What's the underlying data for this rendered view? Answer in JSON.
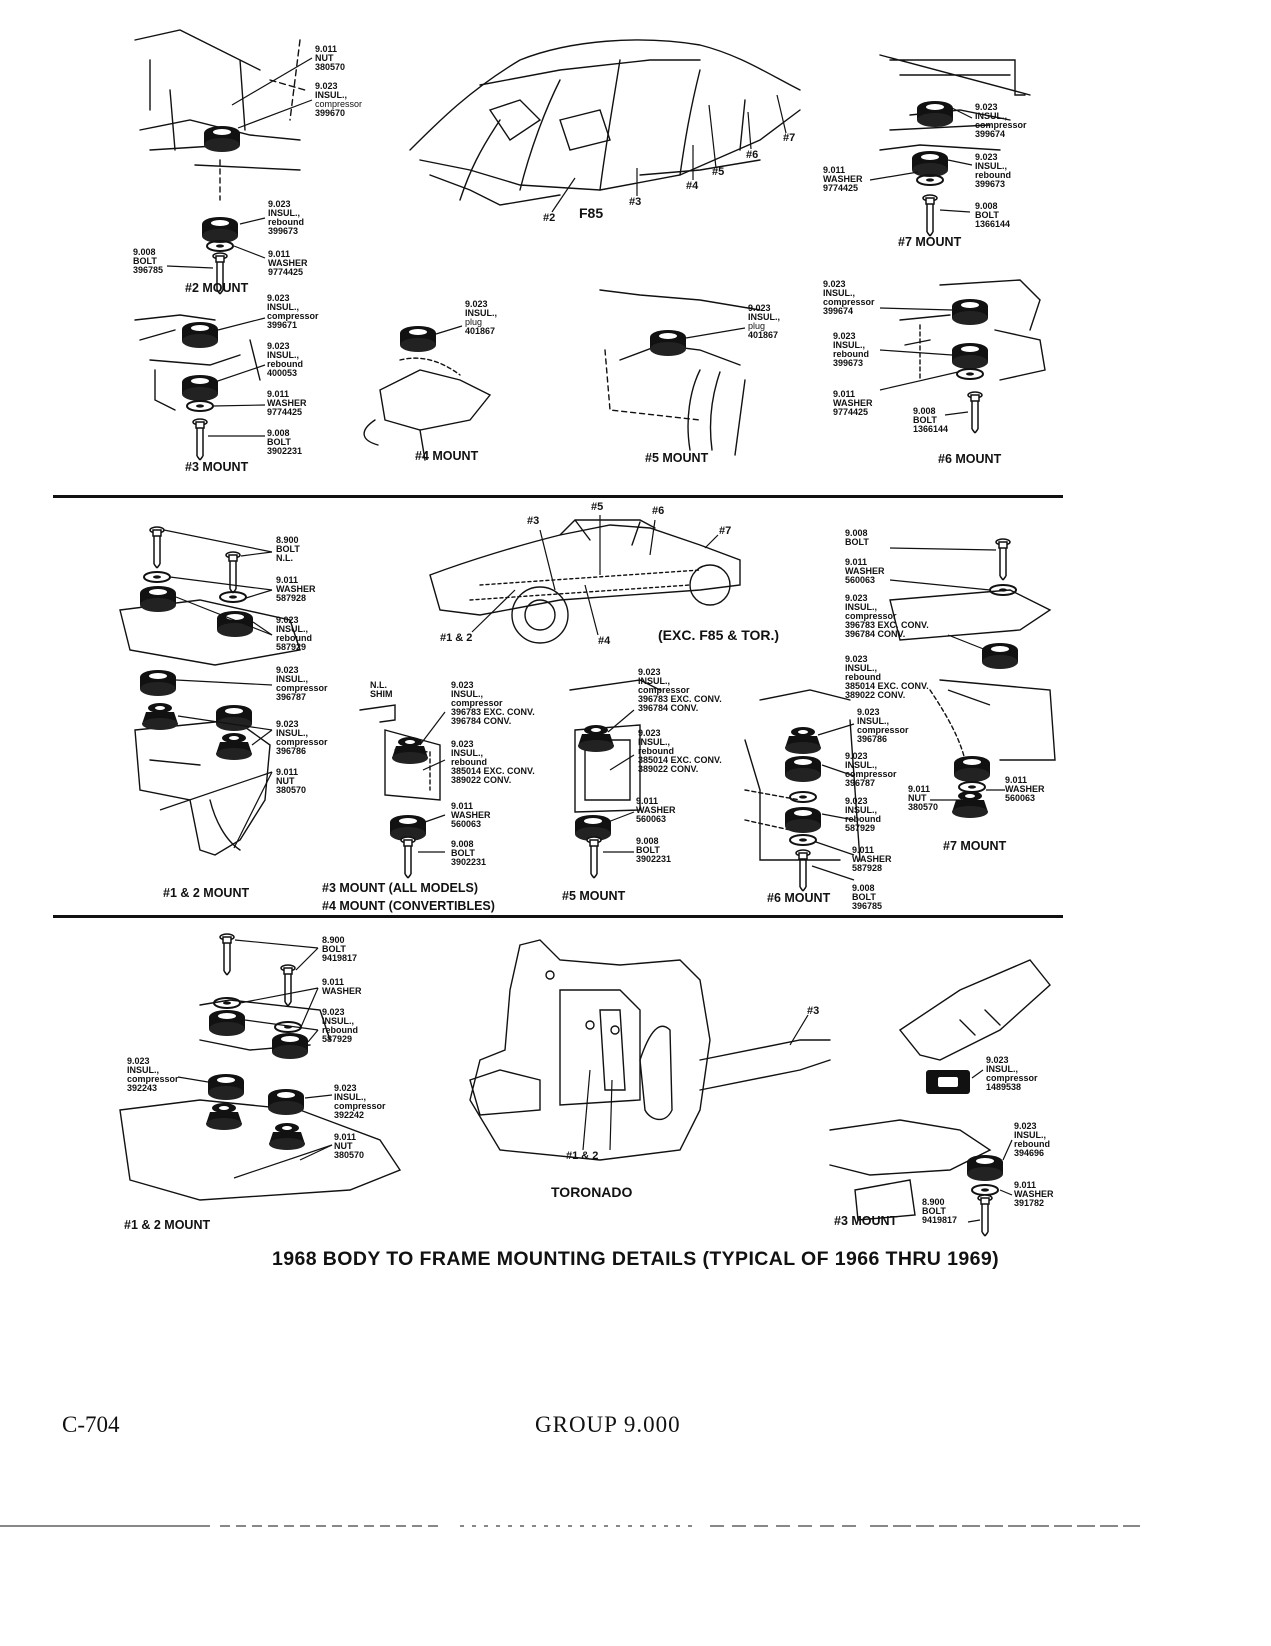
{
  "caption": "1968 BODY TO FRAME MOUNTING DETAILS (TYPICAL OF 1966 THRU 1969)",
  "footer": {
    "page_code": "C-704",
    "group": "GROUP 9.000"
  },
  "f85": {
    "title": "F85",
    "positions": [
      "#2",
      "#3",
      "#4",
      "#5",
      "#6",
      "#7"
    ],
    "mount2": {
      "label": "#2 MOUNT",
      "nut": [
        "9.011",
        "NUT",
        "380570"
      ],
      "insul_compressor": [
        "9.023",
        "INSUL.,",
        "compressor",
        "399670"
      ],
      "insul_rebound": [
        "9.023",
        "INSUL.,",
        "rebound",
        "399673"
      ],
      "washer": [
        "9.011",
        "WASHER",
        "9774425"
      ],
      "bolt": [
        "9.008",
        "BOLT",
        "396785"
      ]
    },
    "mount7": {
      "label": "#7 MOUNT",
      "insul_compressor": [
        "9.023",
        "INSUL.,",
        "compressor",
        "399674"
      ],
      "insul_rebound": [
        "9.023",
        "INSUL.,",
        "rebound",
        "399673"
      ],
      "washer": [
        "9.011",
        "WASHER",
        "9774425"
      ],
      "bolt": [
        "9.008",
        "BOLT",
        "1366144"
      ]
    },
    "mount3": {
      "label": "#3 MOUNT",
      "insul_compressor": [
        "9.023",
        "INSUL.,",
        "compressor",
        "399671"
      ],
      "insul_rebound": [
        "9.023",
        "INSUL.,",
        "rebound",
        "400053"
      ],
      "washer": [
        "9.011",
        "WASHER",
        "9774425"
      ],
      "bolt": [
        "9.008",
        "BOLT",
        "3902231"
      ]
    },
    "mount4": {
      "label": "#4 MOUNT",
      "insul_plug": [
        "9.023",
        "INSUL.,",
        "plug",
        "401867"
      ]
    },
    "mount5": {
      "label": "#5 MOUNT",
      "insul_plug": [
        "9.023",
        "INSUL.,",
        "plug",
        "401867"
      ]
    },
    "mount6": {
      "label": "#6 MOUNT",
      "insul_compressor": [
        "9.023",
        "INSUL.,",
        "compressor",
        "399674"
      ],
      "insul_rebound": [
        "9.023",
        "INSUL.,",
        "rebound",
        "399673"
      ],
      "washer": [
        "9.011",
        "WASHER",
        "9774425"
      ],
      "bolt": [
        "9.008",
        "BOLT",
        "1366144"
      ]
    }
  },
  "full_size": {
    "title": "(EXC. F85 & TOR.)",
    "positions": [
      "#1 & 2",
      "#3",
      "#4",
      "#5",
      "#6",
      "#7"
    ],
    "mount12": {
      "label": "#1 & 2 MOUNT",
      "bolt": [
        "8.900",
        "BOLT",
        "N.L."
      ],
      "washer": [
        "9.011",
        "WASHER",
        "587928"
      ],
      "insul_rebound": [
        "9.023",
        "INSUL.,",
        "rebound",
        "587929"
      ],
      "insul_compressor_a": [
        "9.023",
        "INSUL.,",
        "compressor",
        "396787"
      ],
      "insul_compressor_b": [
        "9.023",
        "INSUL.,",
        "compressor",
        "396786"
      ],
      "nut": [
        "9.011",
        "NUT",
        "380570"
      ]
    },
    "mount34": {
      "label_a": "#3 MOUNT (ALL MODELS)",
      "label_b": "#4 MOUNT (CONVERTIBLES)",
      "shim": [
        "N.L.",
        "SHIM"
      ],
      "insul_compressor": [
        "9.023",
        "INSUL.,",
        "compressor",
        "396783 EXC. CONV.",
        "396784 CONV."
      ],
      "insul_rebound": [
        "9.023",
        "INSUL.,",
        "rebound",
        "385014 EXC. CONV.",
        "389022 CONV."
      ],
      "washer": [
        "9.011",
        "WASHER",
        "560063"
      ],
      "bolt": [
        "9.008",
        "BOLT",
        "3902231"
      ]
    },
    "mount5": {
      "label": "#5 MOUNT",
      "insul_compressor": [
        "9.023",
        "INSUL.,",
        "compressor",
        "396783 EXC. CONV.",
        "396784 CONV."
      ],
      "insul_rebound": [
        "9.023",
        "INSUL.,",
        "rebound",
        "385014 EXC. CONV.",
        "389022 CONV."
      ],
      "washer": [
        "9.011",
        "WASHER",
        "560063"
      ],
      "bolt": [
        "9.008",
        "BOLT",
        "3902231"
      ]
    },
    "mount6": {
      "label": "#6 MOUNT",
      "insul_compressor_a": [
        "9.023",
        "INSUL.,",
        "compressor",
        "396786"
      ],
      "insul_compressor_b": [
        "9.023",
        "INSUL.,",
        "compressor",
        "396787"
      ],
      "nut": [
        "9.011",
        "NUT",
        "380570"
      ],
      "insul_rebound": [
        "9.023",
        "INSUL.,",
        "rebound",
        "587929"
      ],
      "washer": [
        "9.011",
        "WASHER",
        "587928"
      ],
      "bolt": [
        "9.008",
        "BOLT",
        "396785"
      ]
    },
    "mount7": {
      "label": "#7 MOUNT",
      "bolt": [
        "9.008",
        "BOLT"
      ],
      "washer": [
        "9.011",
        "WASHER",
        "560063"
      ],
      "insul_compressor": [
        "9.023",
        "INSUL.,",
        "compressor",
        "396783 EXC. CONV.",
        "396784 CONV."
      ],
      "insul_rebound": [
        "9.023",
        "INSUL.,",
        "rebound",
        "385014 EXC. CONV.",
        "389022 CONV."
      ],
      "washer_b": [
        "9.011",
        "WASHER",
        "560063"
      ]
    }
  },
  "toronado": {
    "title": "TORONADO",
    "positions": [
      "#1 & 2",
      "#3"
    ],
    "mount12": {
      "label": "#1 & 2 MOUNT",
      "bolt": [
        "8.900",
        "BOLT",
        "9419817"
      ],
      "washer": [
        "9.011",
        "WASHER"
      ],
      "insul_rebound": [
        "9.023",
        "INSUL.,",
        "rebound",
        "587929"
      ],
      "insul_compressor_a": [
        "9.023",
        "INSUL.,",
        "compressor",
        "392243"
      ],
      "insul_compressor_b": [
        "9.023",
        "INSUL.,",
        "compressor",
        "392242"
      ],
      "nut": [
        "9.011",
        "NUT",
        "380570"
      ]
    },
    "mount3": {
      "label": "#3 MOUNT",
      "insul_compressor": [
        "9.023",
        "INSUL.,",
        "compressor",
        "1489538"
      ],
      "insul_rebound": [
        "9.023",
        "INSUL.,",
        "rebound",
        "394696"
      ],
      "washer": [
        "9.011",
        "WASHER",
        "391782"
      ],
      "bolt": [
        "8.900",
        "BOLT",
        "9419817"
      ]
    }
  }
}
